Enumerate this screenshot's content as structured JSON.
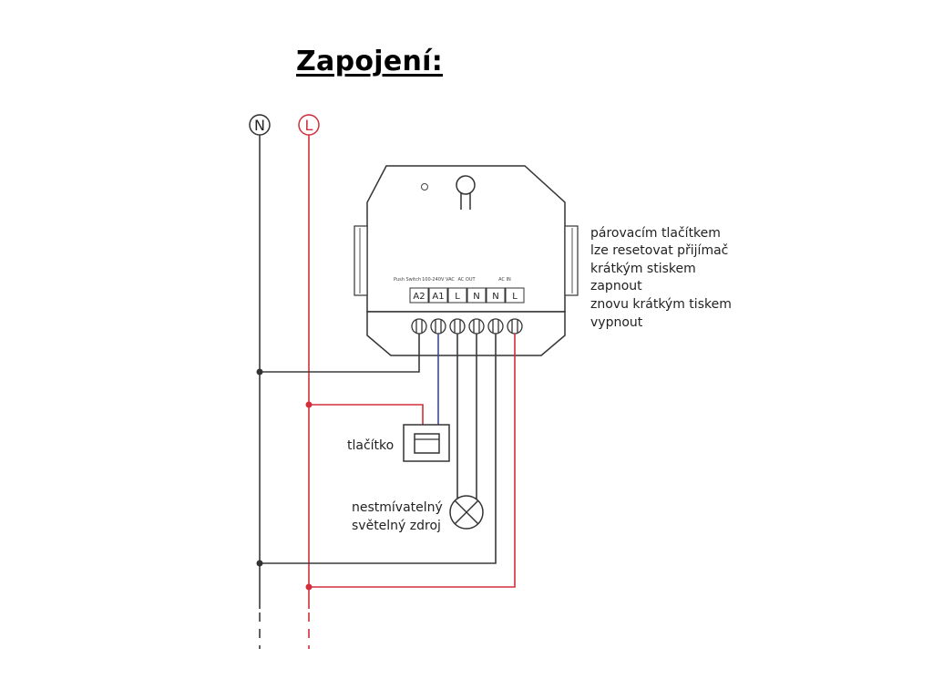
{
  "title": "Zapojení:",
  "rails": {
    "neutral": "N",
    "live": "L"
  },
  "device": {
    "terminals": [
      "A2",
      "A1",
      "L",
      "N",
      "N",
      "L"
    ],
    "group_labels": {
      "push_switch": "Push Switch",
      "voltage": "100-240V VAC",
      "ac_out": "AC OUT",
      "ac_in": "AC IN"
    }
  },
  "notes": {
    "pairing": [
      "párovacím tlačítkem",
      "lze resetovat přijímač",
      "krátkým stiskem",
      "zapnout",
      "znovu krátkým tiskem",
      "vypnout"
    ],
    "button": "tlačítko",
    "lamp": [
      "nestmívatelný",
      "světelný zdroj"
    ]
  },
  "colors": {
    "neutral_wire": "#3a3a3a",
    "live_wire": "#d32f3a",
    "button_wire": "#3a4a8a",
    "outline": "#333333"
  }
}
